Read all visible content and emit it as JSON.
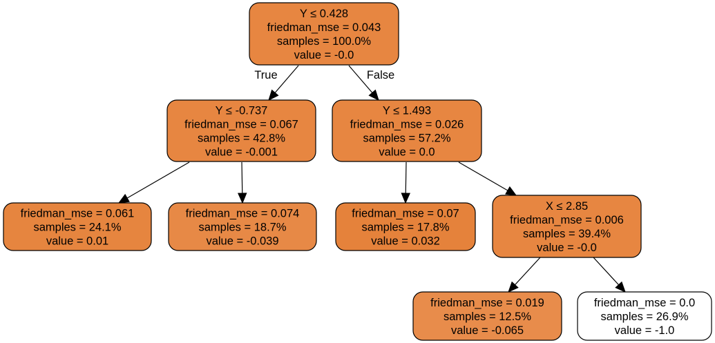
{
  "tree": {
    "nodes": [
      {
        "id": "root",
        "lines": [
          "Y ≤ 0.428",
          "friedman_mse = 0.043",
          "samples = 100.0%",
          "value = -0.0"
        ],
        "fill": "#e78641"
      },
      {
        "id": "n1",
        "lines": [
          "Y ≤ -0.737",
          "friedman_mse = 0.067",
          "samples = 42.8%",
          "value = -0.001"
        ],
        "fill": "#e78641"
      },
      {
        "id": "n2",
        "lines": [
          "Y ≤ 1.493",
          "friedman_mse = 0.026",
          "samples = 57.2%",
          "value = 0.0"
        ],
        "fill": "#e78641"
      },
      {
        "id": "n3",
        "lines": [
          "friedman_mse = 0.061",
          "samples = 24.1%",
          "value = 0.01"
        ],
        "fill": "#e6853f"
      },
      {
        "id": "n4",
        "lines": [
          "friedman_mse = 0.074",
          "samples = 18.7%",
          "value = -0.039"
        ],
        "fill": "#e78946"
      },
      {
        "id": "n5",
        "lines": [
          "friedman_mse = 0.07",
          "samples = 17.8%",
          "value = 0.032"
        ],
        "fill": "#e5823b"
      },
      {
        "id": "n6",
        "lines": [
          "X ≤ 2.85",
          "friedman_mse = 0.006",
          "samples = 39.4%",
          "value = -0.0"
        ],
        "fill": "#e78641"
      },
      {
        "id": "n7",
        "lines": [
          "friedman_mse = 0.019",
          "samples = 12.5%",
          "value = -0.065"
        ],
        "fill": "#e88c4b"
      },
      {
        "id": "n8",
        "lines": [
          "friedman_mse = 0.0",
          "samples = 26.9%",
          "value = -1.0"
        ],
        "fill": "#ffffff"
      }
    ],
    "edges": [
      {
        "from": "root",
        "to": "n1",
        "label": "True"
      },
      {
        "from": "root",
        "to": "n2",
        "label": "False"
      },
      {
        "from": "n1",
        "to": "n3",
        "label": ""
      },
      {
        "from": "n1",
        "to": "n4",
        "label": ""
      },
      {
        "from": "n2",
        "to": "n5",
        "label": ""
      },
      {
        "from": "n2",
        "to": "n6",
        "label": ""
      },
      {
        "from": "n6",
        "to": "n7",
        "label": ""
      },
      {
        "from": "n6",
        "to": "n8",
        "label": ""
      }
    ]
  }
}
